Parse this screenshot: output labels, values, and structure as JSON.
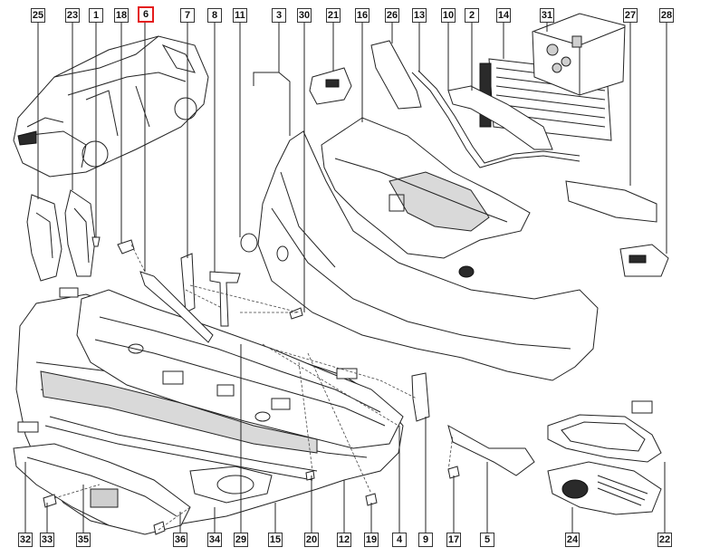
{
  "callouts": [
    {
      "id": "c25",
      "label": "25",
      "highlighted": false
    },
    {
      "id": "c23",
      "label": "23",
      "highlighted": false
    },
    {
      "id": "c1",
      "label": "1",
      "highlighted": false
    },
    {
      "id": "c18",
      "label": "18",
      "highlighted": false
    },
    {
      "id": "c6",
      "label": "6",
      "highlighted": true
    },
    {
      "id": "c7",
      "label": "7",
      "highlighted": false
    },
    {
      "id": "c8",
      "label": "8",
      "highlighted": false
    },
    {
      "id": "c11",
      "label": "11",
      "highlighted": false
    },
    {
      "id": "c3",
      "label": "3",
      "highlighted": false
    },
    {
      "id": "c30",
      "label": "30",
      "highlighted": false
    },
    {
      "id": "c21",
      "label": "21",
      "highlighted": false
    },
    {
      "id": "c16",
      "label": "16",
      "highlighted": false
    },
    {
      "id": "c26",
      "label": "26",
      "highlighted": false
    },
    {
      "id": "c13",
      "label": "13",
      "highlighted": false
    },
    {
      "id": "c10",
      "label": "10",
      "highlighted": false
    },
    {
      "id": "c2",
      "label": "2",
      "highlighted": false
    },
    {
      "id": "c14",
      "label": "14",
      "highlighted": false
    },
    {
      "id": "c31",
      "label": "31",
      "highlighted": false
    },
    {
      "id": "c27",
      "label": "27",
      "highlighted": false
    },
    {
      "id": "c28",
      "label": "28",
      "highlighted": false
    },
    {
      "id": "c32",
      "label": "32",
      "highlighted": false
    },
    {
      "id": "c33",
      "label": "33",
      "highlighted": false
    },
    {
      "id": "c35",
      "label": "35",
      "highlighted": false
    },
    {
      "id": "c36",
      "label": "36",
      "highlighted": false
    },
    {
      "id": "c34",
      "label": "34",
      "highlighted": false
    },
    {
      "id": "c29",
      "label": "29",
      "highlighted": false
    },
    {
      "id": "c15",
      "label": "15",
      "highlighted": false
    },
    {
      "id": "c20",
      "label": "20",
      "highlighted": false
    },
    {
      "id": "c12",
      "label": "12",
      "highlighted": false
    },
    {
      "id": "c19",
      "label": "19",
      "highlighted": false
    },
    {
      "id": "c4",
      "label": "4",
      "highlighted": false
    },
    {
      "id": "c9",
      "label": "9",
      "highlighted": false
    },
    {
      "id": "c17",
      "label": "17",
      "highlighted": false
    },
    {
      "id": "c5",
      "label": "5",
      "highlighted": false
    },
    {
      "id": "c24",
      "label": "24",
      "highlighted": false
    },
    {
      "id": "c22",
      "label": "22",
      "highlighted": false
    }
  ],
  "colors": {
    "highlight": "#e41b1b",
    "line": "#222222",
    "background": "#ffffff"
  }
}
